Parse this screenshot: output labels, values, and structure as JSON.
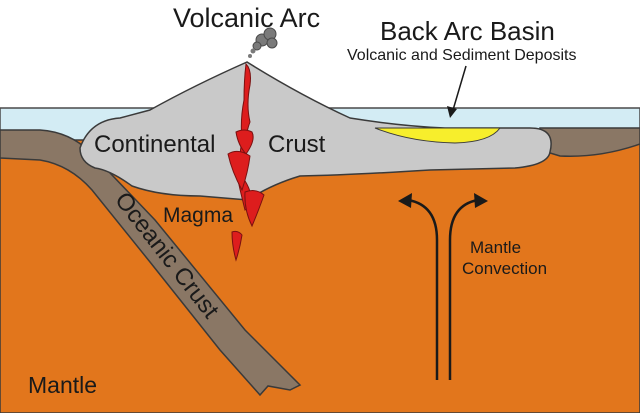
{
  "labels": {
    "volcanic_arc": "Volcanic Arc",
    "back_arc_basin": "Back Arc Basin",
    "back_arc_subtitle": "Volcanic and Sediment Deposits",
    "continental": "Continental",
    "crust": "Crust",
    "magma": "Magma",
    "oceanic_crust": "Oceanic Crust",
    "mantle_convection_line1": "Mantle",
    "mantle_convection_line2": "Convection",
    "mantle": "Mantle"
  },
  "colors": {
    "sea": "#d3ecf4",
    "mantle": "#e2761c",
    "continental_crust": "#c9c9c9",
    "oceanic_crust": "#8a7765",
    "magma": "#dd1d1d",
    "sediment": "#f7ee2c",
    "ash": "#7a7a7a",
    "outline": "#3a3a3a"
  },
  "icons": [
    "ash-cloud-icon",
    "convection-arrow-icon"
  ]
}
